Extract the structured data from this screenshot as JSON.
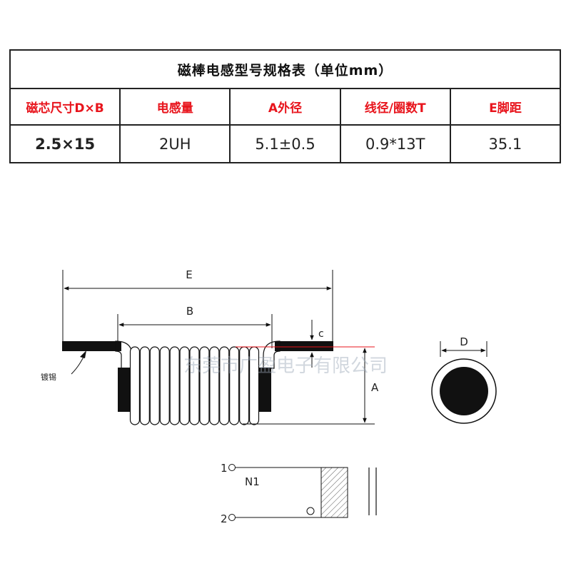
{
  "table": {
    "title": "磁棒电感型号规格表（单位mm）",
    "headers": [
      "磁芯尺寸D×B",
      "电感量",
      "A外径",
      "线径/圈数T",
      "E脚距"
    ],
    "values": [
      "2.5×15",
      "2UH",
      "5.1±0.5",
      "0.9*13T",
      "35.1"
    ]
  },
  "diagram": {
    "dim_E": "E",
    "dim_B": "B",
    "dim_C": "c",
    "dim_A": "A",
    "dim_D": "D",
    "plating_label": "镀锡",
    "watermark": "东莞市广盈电子有限公司",
    "turns": 13
  },
  "schematic": {
    "pin1": "1",
    "pin2": "2",
    "winding": "N1"
  },
  "colors": {
    "header_text": "#e8141c",
    "guide_line": "#e8141c",
    "ink": "#111111"
  }
}
